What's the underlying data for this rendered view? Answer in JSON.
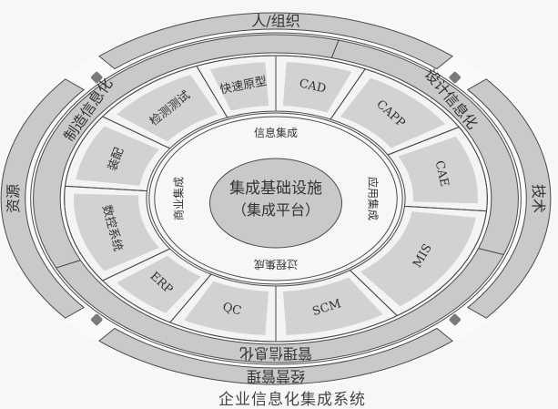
{
  "outer_ring": [
    {
      "label": "人/组织",
      "angle": 0
    },
    {
      "label": "技术",
      "angle": 90
    },
    {
      "label": "经营管理",
      "angle": 180
    },
    {
      "label": "资源",
      "angle": 270
    }
  ],
  "info_ring": [
    {
      "label": "设计信息化",
      "from": 15,
      "to": 110,
      "angle": 50
    },
    {
      "label": "管理信息化",
      "from": 110,
      "to": 245,
      "angle": 180
    },
    {
      "label": "制造信息化",
      "from": 245,
      "to": 375,
      "angle": 305
    }
  ],
  "segments": [
    {
      "label": "CAD",
      "from": 0,
      "to": 25
    },
    {
      "label": "CAPP",
      "from": 25,
      "to": 60
    },
    {
      "label": "CAE",
      "from": 60,
      "to": 95
    },
    {
      "label": "MIS",
      "from": 95,
      "to": 145
    },
    {
      "label": "SCM",
      "from": 145,
      "to": 180
    },
    {
      "label": "QC",
      "from": 180,
      "to": 210
    },
    {
      "label": "ERP",
      "from": 210,
      "to": 235
    },
    {
      "label": "数控系统",
      "from": 235,
      "to": 275
    },
    {
      "label": "装配",
      "from": 275,
      "to": 305
    },
    {
      "label": "检测测试",
      "from": 305,
      "to": 338
    },
    {
      "label": "快速原型",
      "from": 338,
      "to": 360
    }
  ],
  "integration_ring": [
    {
      "label": "信息集成",
      "angle": 0
    },
    {
      "label": "应用集成",
      "angle": 90
    },
    {
      "label": "过程集成",
      "angle": 180
    },
    {
      "label": "商业集成",
      "angle": 270
    }
  ],
  "center": {
    "title": "集成基础设施",
    "subtitle": "（集成平台）"
  },
  "caption": "企业信息化集成系统",
  "colors": {
    "band": "#c9c9c9",
    "segment": "#d2d2d2",
    "stroke": "#4a4a4a",
    "icon": "#7a7a7a"
  }
}
